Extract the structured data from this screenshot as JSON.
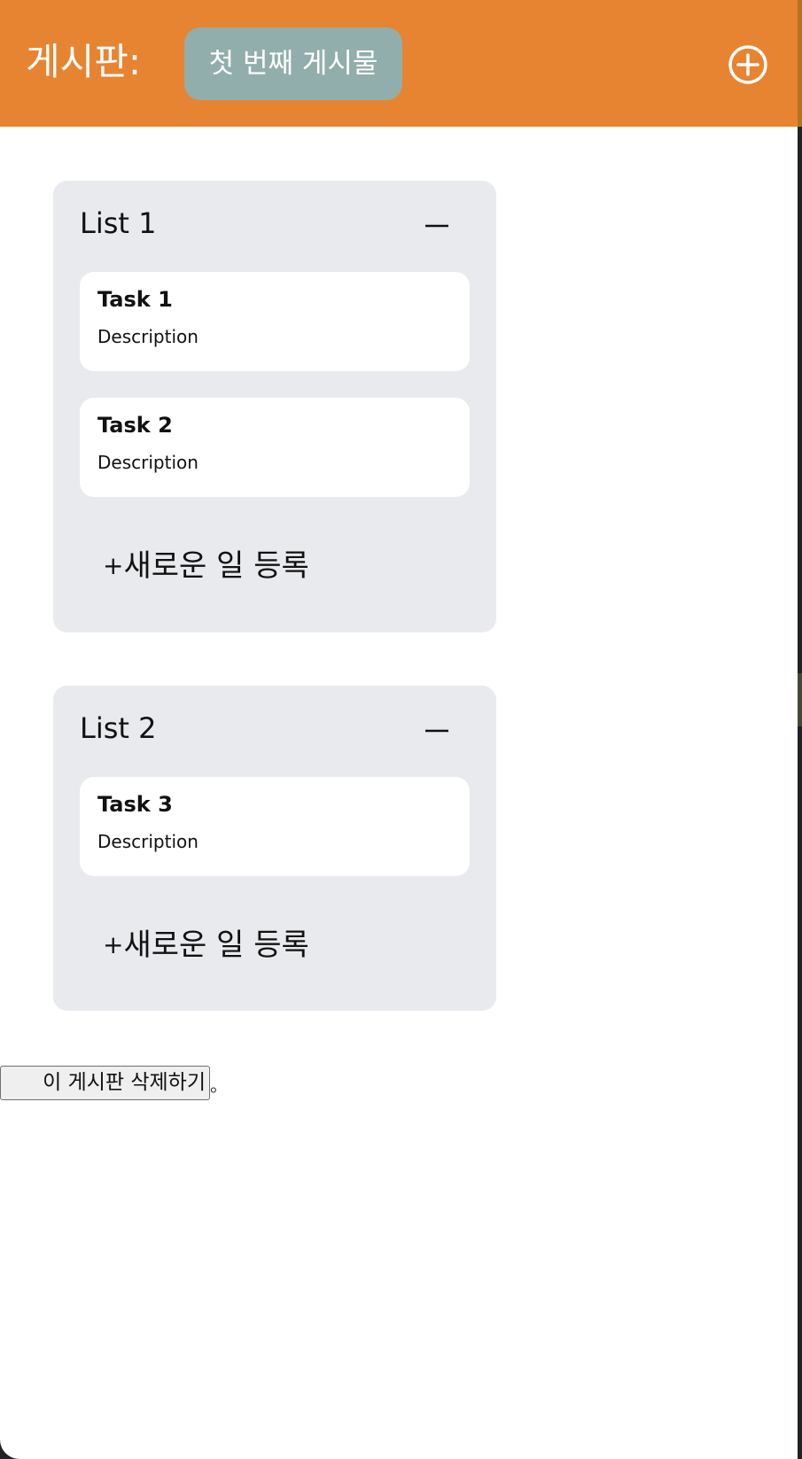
{
  "header": {
    "board_label": "게시판:",
    "board_name": "첫 번째 게시물",
    "add_icon": "circle-plus-icon"
  },
  "lists": [
    {
      "title": "List 1",
      "collapse_icon": "minus-icon",
      "cards": [
        {
          "title": "Task 1",
          "description": "Description"
        },
        {
          "title": "Task 2",
          "description": "Description"
        }
      ],
      "add_task_plus": "+",
      "add_task_label": "새로운 일 등록"
    },
    {
      "title": "List 2",
      "collapse_icon": "minus-icon",
      "cards": [
        {
          "title": "Task 3",
          "description": "Description"
        }
      ],
      "add_task_plus": "+",
      "add_task_label": "새로운 일 등록"
    }
  ],
  "footer": {
    "delete_board_label": "이 게시판 삭제하기",
    "trailing_mark": "。"
  },
  "colors": {
    "header_bg": "#e78431",
    "board_chip_bg": "#92aeac",
    "list_bg": "#e9eaee",
    "card_bg": "#ffffff"
  }
}
